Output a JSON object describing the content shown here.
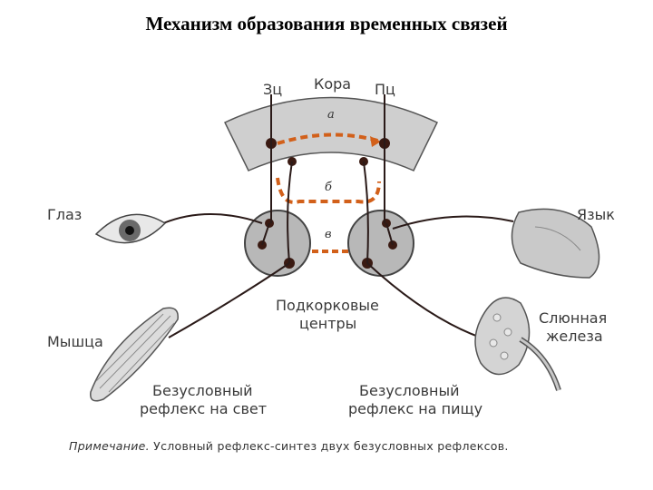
{
  "title": "Механизм образования временных связей",
  "labels": {
    "cortex": "Кора",
    "zc": "Зц",
    "pc": "Пц",
    "path_a": "а",
    "path_b": "б",
    "path_v": "в",
    "eye": "Глаз",
    "tongue": "Язык",
    "muscle": "Мышца",
    "gland_line1": "Слюнная",
    "gland_line2": "железа",
    "subcortical_line1": "Подкорковые",
    "subcortical_line2": "центры",
    "reflex_light_line1": "Безусловный",
    "reflex_light_line2": "рефлекс на свет",
    "reflex_food_line1": "Безусловный",
    "reflex_food_line2": "рефлекс на пищу"
  },
  "note": {
    "label": "Примечание.",
    "text": " Условный рефлекс-синтез двух безусловных рефлексов."
  },
  "colors": {
    "cortex_fill": "#cfcfcf",
    "center_fill": "#b8b8b8",
    "pathway": "#d2601a",
    "nerve": "#2a1a18"
  }
}
